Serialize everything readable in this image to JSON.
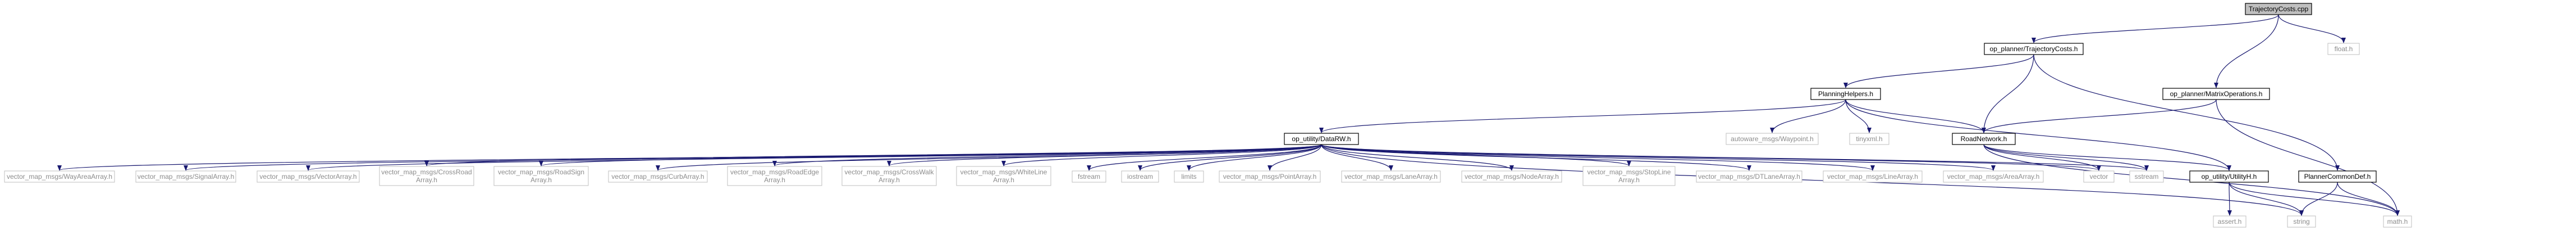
{
  "nodes": [
    {
      "id": "traj_cpp",
      "lines": [
        "TrajectoryCosts.cpp"
      ],
      "style": "shaded"
    },
    {
      "id": "traj_h",
      "lines": [
        "op_planner/TrajectoryCosts.h"
      ],
      "style": "boxed"
    },
    {
      "id": "float_h",
      "lines": [
        "float.h"
      ],
      "style": "plain"
    },
    {
      "id": "planhelp_h",
      "lines": [
        "PlanningHelpers.h"
      ],
      "style": "boxed"
    },
    {
      "id": "matrix_h",
      "lines": [
        "op_planner/MatrixOperations.h"
      ],
      "style": "boxed"
    },
    {
      "id": "datarw_h",
      "lines": [
        "op_utility/DataRW.h"
      ],
      "style": "boxed"
    },
    {
      "id": "waypoint_h",
      "lines": [
        "autoware_msgs/Waypoint.h"
      ],
      "style": "plain"
    },
    {
      "id": "tinyxml_h",
      "lines": [
        "tinyxml.h"
      ],
      "style": "plain"
    },
    {
      "id": "roadnet_h",
      "lines": [
        "RoadNetwork.h"
      ],
      "style": "boxed"
    },
    {
      "id": "wayarea_h",
      "lines": [
        "vector_map_msgs/WayAreaArray.h"
      ],
      "style": "plain"
    },
    {
      "id": "signal_h",
      "lines": [
        "vector_map_msgs/SignalArray.h"
      ],
      "style": "plain"
    },
    {
      "id": "vectorarr_h",
      "lines": [
        "vector_map_msgs/VectorArray.h"
      ],
      "style": "plain"
    },
    {
      "id": "crossroad_h",
      "lines": [
        "vector_map_msgs/CrossRoad",
        "Array.h"
      ],
      "style": "plain"
    },
    {
      "id": "roadsign_h",
      "lines": [
        "vector_map_msgs/RoadSign",
        "Array.h"
      ],
      "style": "plain"
    },
    {
      "id": "curb_h",
      "lines": [
        "vector_map_msgs/CurbArray.h"
      ],
      "style": "plain"
    },
    {
      "id": "roadedge_h",
      "lines": [
        "vector_map_msgs/RoadEdge",
        "Array.h"
      ],
      "style": "plain"
    },
    {
      "id": "crosswalk_h",
      "lines": [
        "vector_map_msgs/CrossWalk",
        "Array.h"
      ],
      "style": "plain"
    },
    {
      "id": "whiteline_h",
      "lines": [
        "vector_map_msgs/WhiteLine",
        "Array.h"
      ],
      "style": "plain"
    },
    {
      "id": "fstream",
      "lines": [
        "fstream"
      ],
      "style": "plain"
    },
    {
      "id": "iostream",
      "lines": [
        "iostream"
      ],
      "style": "plain"
    },
    {
      "id": "limits",
      "lines": [
        "limits"
      ],
      "style": "plain"
    },
    {
      "id": "point_h",
      "lines": [
        "vector_map_msgs/PointArray.h"
      ],
      "style": "plain"
    },
    {
      "id": "lane_h",
      "lines": [
        "vector_map_msgs/LaneArray.h"
      ],
      "style": "plain"
    },
    {
      "id": "node_h",
      "lines": [
        "vector_map_msgs/NodeArray.h"
      ],
      "style": "plain"
    },
    {
      "id": "stopline_h",
      "lines": [
        "vector_map_msgs/StopLine",
        "Array.h"
      ],
      "style": "plain"
    },
    {
      "id": "dtlane_h",
      "lines": [
        "vector_map_msgs/DTLaneArray.h"
      ],
      "style": "plain"
    },
    {
      "id": "line_h",
      "lines": [
        "vector_map_msgs/LineArray.h"
      ],
      "style": "plain"
    },
    {
      "id": "area_h",
      "lines": [
        "vector_map_msgs/AreaArray.h"
      ],
      "style": "plain"
    },
    {
      "id": "vector",
      "lines": [
        "vector"
      ],
      "style": "plain"
    },
    {
      "id": "sstream",
      "lines": [
        "sstream"
      ],
      "style": "plain"
    },
    {
      "id": "utilh_h",
      "lines": [
        "op_utility/UtilityH.h"
      ],
      "style": "boxed"
    },
    {
      "id": "common_h",
      "lines": [
        "PlannerCommonDef.h"
      ],
      "style": "boxed"
    },
    {
      "id": "assert_h",
      "lines": [
        "assert.h"
      ],
      "style": "plain"
    },
    {
      "id": "string",
      "lines": [
        "string"
      ],
      "style": "plain"
    },
    {
      "id": "math_h",
      "lines": [
        "math.h"
      ],
      "style": "plain"
    }
  ],
  "edges": [
    [
      "traj_cpp",
      "traj_h"
    ],
    [
      "traj_cpp",
      "float_h"
    ],
    [
      "traj_cpp",
      "matrix_h"
    ],
    [
      "traj_h",
      "planhelp_h"
    ],
    [
      "traj_h",
      "roadnet_h"
    ],
    [
      "traj_h",
      "common_h"
    ],
    [
      "matrix_h",
      "roadnet_h"
    ],
    [
      "matrix_h",
      "math_h"
    ],
    [
      "planhelp_h",
      "datarw_h"
    ],
    [
      "planhelp_h",
      "waypoint_h"
    ],
    [
      "planhelp_h",
      "tinyxml_h"
    ],
    [
      "planhelp_h",
      "roadnet_h"
    ],
    [
      "planhelp_h",
      "utilh_h"
    ],
    [
      "datarw_h",
      "wayarea_h"
    ],
    [
      "datarw_h",
      "signal_h"
    ],
    [
      "datarw_h",
      "vectorarr_h"
    ],
    [
      "datarw_h",
      "crossroad_h"
    ],
    [
      "datarw_h",
      "roadsign_h"
    ],
    [
      "datarw_h",
      "curb_h"
    ],
    [
      "datarw_h",
      "roadedge_h"
    ],
    [
      "datarw_h",
      "crosswalk_h"
    ],
    [
      "datarw_h",
      "whiteline_h"
    ],
    [
      "datarw_h",
      "fstream"
    ],
    [
      "datarw_h",
      "iostream"
    ],
    [
      "datarw_h",
      "limits"
    ],
    [
      "datarw_h",
      "point_h"
    ],
    [
      "datarw_h",
      "lane_h"
    ],
    [
      "datarw_h",
      "node_h"
    ],
    [
      "datarw_h",
      "stopline_h"
    ],
    [
      "datarw_h",
      "dtlane_h"
    ],
    [
      "datarw_h",
      "line_h"
    ],
    [
      "datarw_h",
      "area_h"
    ],
    [
      "datarw_h",
      "vector"
    ],
    [
      "datarw_h",
      "sstream"
    ],
    [
      "datarw_h",
      "string"
    ],
    [
      "roadnet_h",
      "vector"
    ],
    [
      "roadnet_h",
      "sstream"
    ],
    [
      "roadnet_h",
      "utilh_h"
    ],
    [
      "roadnet_h",
      "math_h"
    ],
    [
      "utilh_h",
      "assert_h"
    ],
    [
      "utilh_h",
      "string"
    ],
    [
      "utilh_h",
      "math_h"
    ],
    [
      "common_h",
      "string"
    ],
    [
      "common_h",
      "math_h"
    ]
  ]
}
